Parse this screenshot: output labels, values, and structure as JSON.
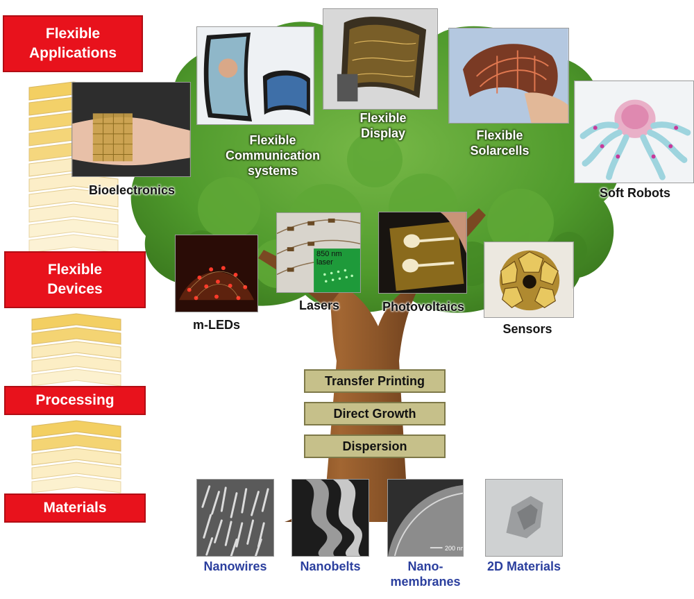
{
  "stages": {
    "applications": [
      "Flexible",
      "Applications"
    ],
    "devices": [
      "Flexible",
      "Devices"
    ],
    "processing": "Processing",
    "materials": "Materials"
  },
  "applications": {
    "bioelectronics": "Bioelectronics",
    "communication": [
      "Flexible",
      "Communication",
      "systems"
    ],
    "display": [
      "Flexible",
      "Display"
    ],
    "solarcells": [
      "Flexible",
      "Solarcells"
    ],
    "soft_robots": "Soft Robots"
  },
  "devices": {
    "mleds": "m-LEDs",
    "lasers": "Lasers",
    "laser_inset": [
      "850 nm",
      "laser"
    ],
    "photovoltaics": "Photovoltaics",
    "sensors": "Sensors"
  },
  "processing": [
    "Transfer Printing",
    "Direct Growth",
    "Dispersion"
  ],
  "materials": {
    "nanowires": "Nanowires",
    "nanobelts": "Nanobelts",
    "nanomembranes": [
      "Nano-",
      "membranes"
    ],
    "nanomembrane_scale": "200 nm",
    "materials_2d": "2D Materials"
  },
  "colors": {
    "stage_red": "#e8121c",
    "chevron_yellow": "#f3cf62",
    "tree_green": "#4f9a2c",
    "trunk_brown": "#8a5428",
    "process_khaki": "#c6c08a",
    "material_blue": "#2b3f9e"
  }
}
